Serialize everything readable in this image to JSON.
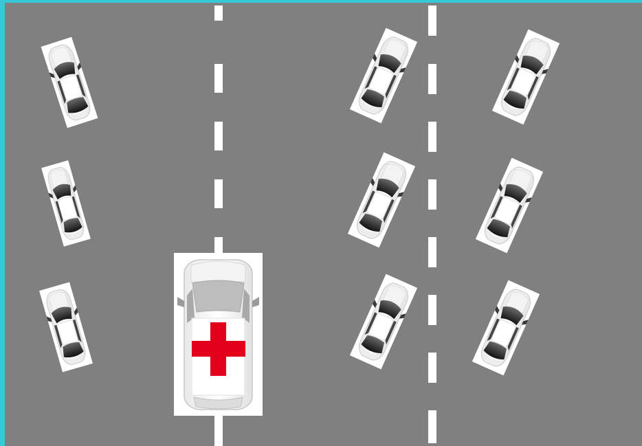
{
  "scene": {
    "road_color": "#808080",
    "border_color": "#38c9d6",
    "lane_marking_color": "#ffffff",
    "lane_count": 3
  },
  "vehicles": {
    "ambulance": {
      "kind": "ambulance",
      "body_color": "#ffffff",
      "cross_color": "#e2001a",
      "cross_icon": "red-cross-icon"
    },
    "traffic_car_count": 9,
    "traffic_car_icon": "white-car-icon"
  }
}
